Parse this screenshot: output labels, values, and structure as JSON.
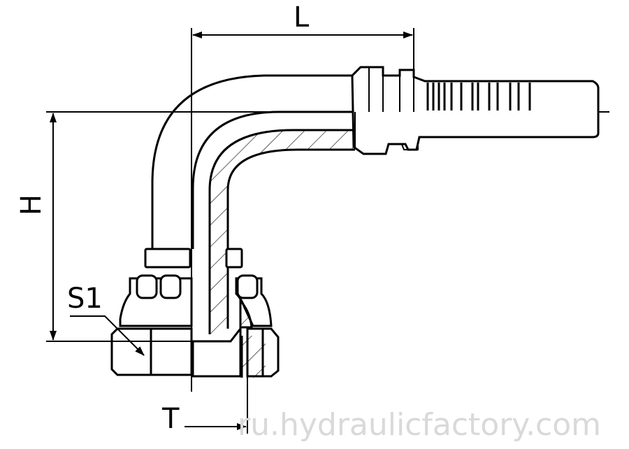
{
  "labels": {
    "L": "L",
    "H": "H",
    "S1": "S1",
    "T": "T"
  },
  "watermark": "ru.hydraulicfactory.com",
  "colors": {
    "line": "#000000",
    "background": "#ffffff",
    "watermark": "#d9d9d9"
  }
}
